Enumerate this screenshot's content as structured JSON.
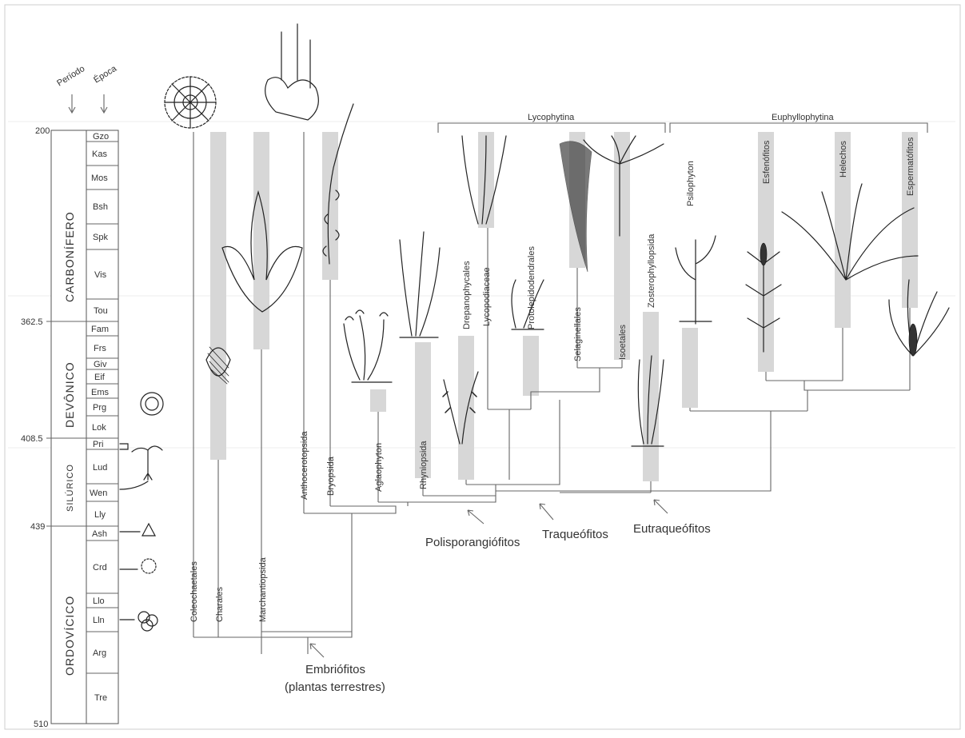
{
  "header": {
    "period_label": "Período",
    "epoch_label": "Época"
  },
  "ages": {
    "a200": "200",
    "a3625": "362.5",
    "a4085": "408.5",
    "a439": "439",
    "a510": "510"
  },
  "periods": {
    "carb": "CARBONÍFERO",
    "dev": "DEVÔNICO",
    "sil": "SILÚRICO",
    "ord": "ORDOVÍCICO"
  },
  "epochs": [
    "Gzo",
    "Kas",
    "Mos",
    "Bsh",
    "Spk",
    "Vis",
    "Tou",
    "Fam",
    "Frs",
    "Giv",
    "Eif",
    "Ems",
    "Prg",
    "Lok",
    "Pri",
    "Lud",
    "Wen",
    "Lly",
    "Ash",
    "Crd",
    "Llo",
    "Lln",
    "Arg",
    "Tre"
  ],
  "clades": {
    "lycophytina": "Lycophytina",
    "euphyllophytina": "Euphyllophytina"
  },
  "taxa": {
    "coleochaetales": "Coleochaetales",
    "charales": "Charales",
    "marchantiopsida": "Marchantiopsida",
    "anthocerotopsida": "Anthocerotopsida",
    "bryopsida": "Bryopsida",
    "aglaophyton": "Aglaophyton",
    "rhyniopsida": "Rhyniopsida",
    "drepanophycales": "Drepanophycales",
    "lycopodiaceae": "Lycopodiaceae",
    "protolepidodendrales": "Protolepidodendrales",
    "selaginellales": "Selaginellales",
    "isoetales": "Isoetales",
    "zosterophyllopsida": "Zosterophyllopsida",
    "psilophyton": "Psilophyton",
    "esfenofitos": "Esfenófitos",
    "helechos": "Helechos",
    "espermatofitos": "Espermatófitos"
  },
  "groups": {
    "polisporangiofitos": "Polisporangiófitos",
    "traqueofitos": "Traqueófitos",
    "eutraqueofitos": "Eutraqueófitos",
    "embriofitos_1": "Embriófitos",
    "embriofitos_2": "(plantas terrestres)"
  },
  "colors": {
    "bar": "#d7d7d7",
    "line": "#666666",
    "ink": "#222222"
  }
}
